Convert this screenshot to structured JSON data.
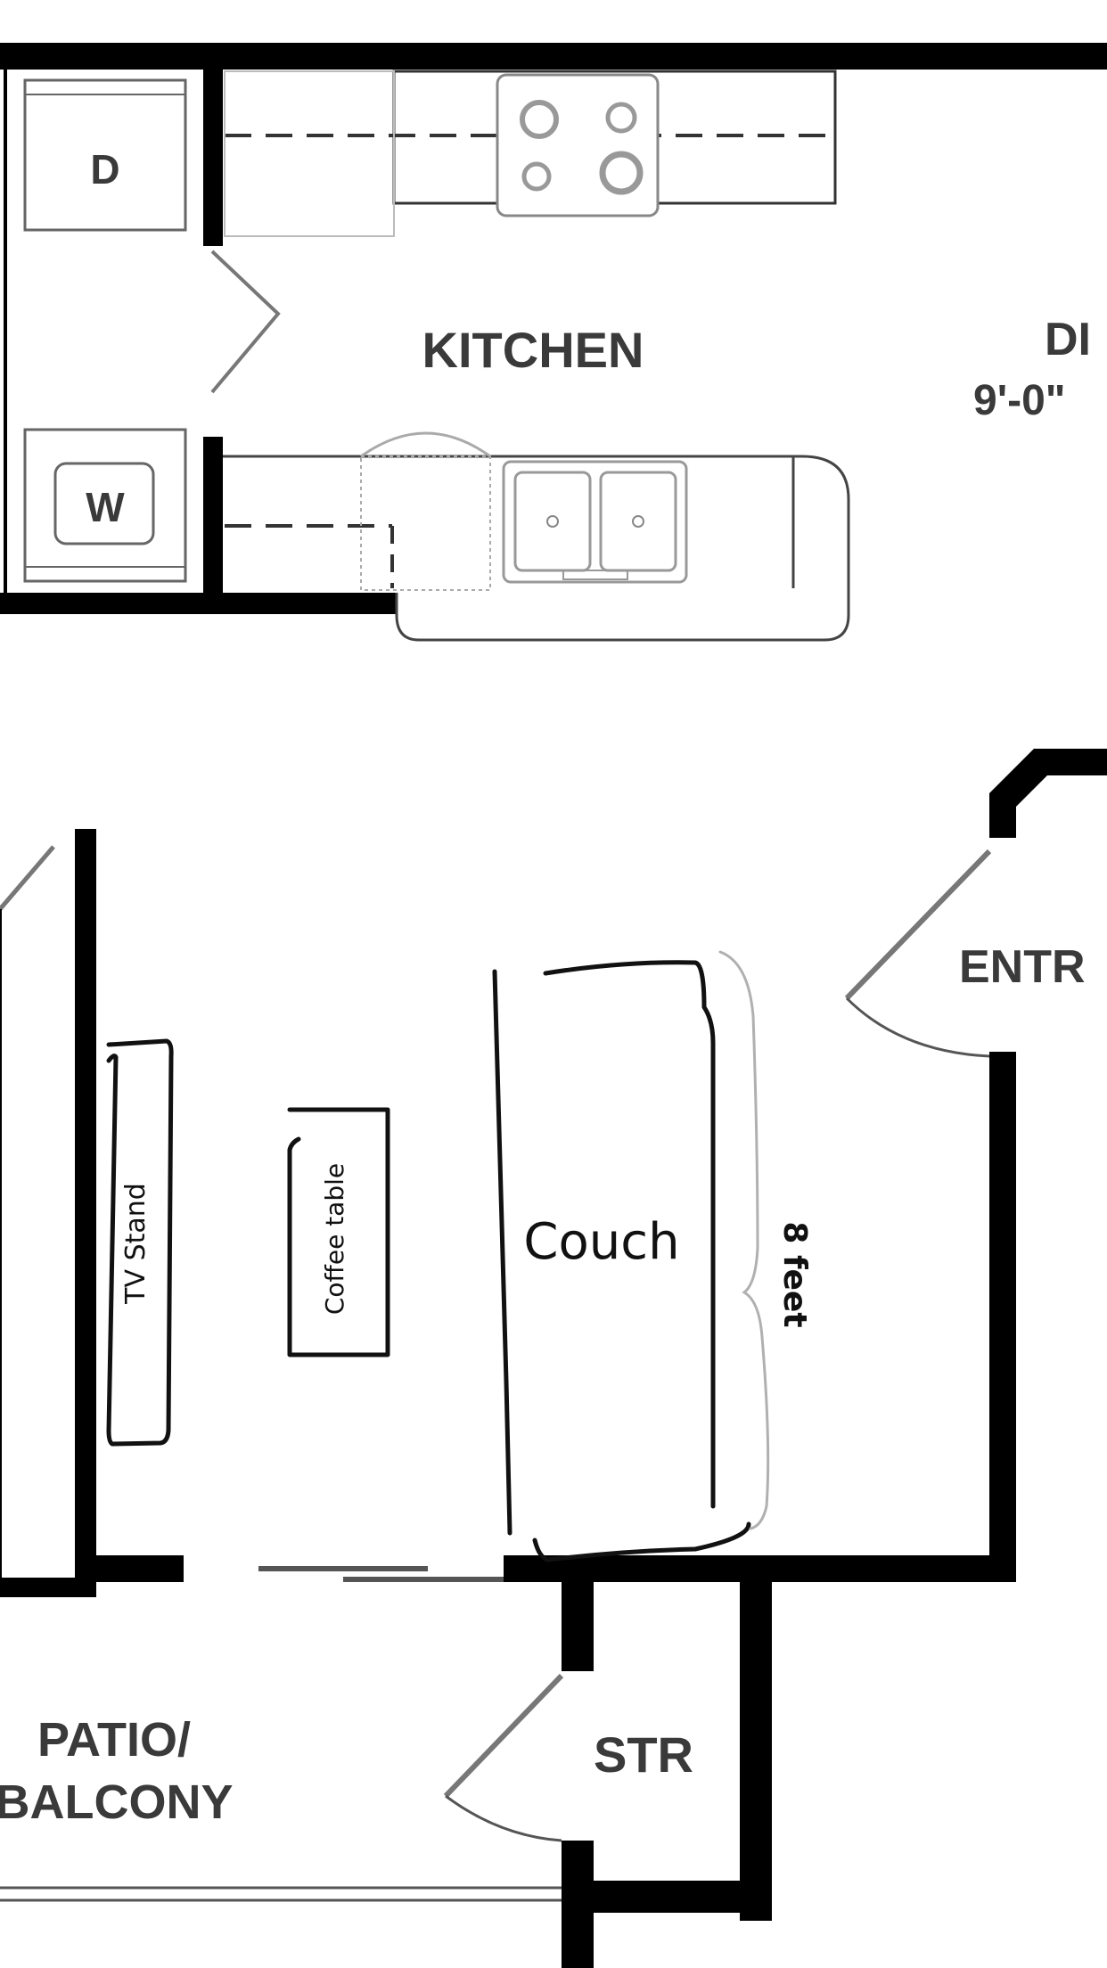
{
  "rooms": {
    "kitchen": "KITCHEN",
    "dining_partial": "DI",
    "dining_dim_partial": "9'-0\"",
    "entry_partial": "ENTR",
    "storage": "STR",
    "patio_line1": "PATIO/",
    "patio_line2": "BALCONY"
  },
  "appliances": {
    "dryer": "D",
    "washer": "W"
  },
  "sketch": {
    "tv_stand": "TV Stand",
    "coffee_table": "Coffee table",
    "couch": "Couch",
    "couch_length": "8 feet"
  },
  "colors": {
    "wall": "#000000",
    "fixture_line": "#555555",
    "room_text": "#3a3a3a",
    "sketch_ink": "#111111",
    "bracket": "#b0b0b0"
  }
}
